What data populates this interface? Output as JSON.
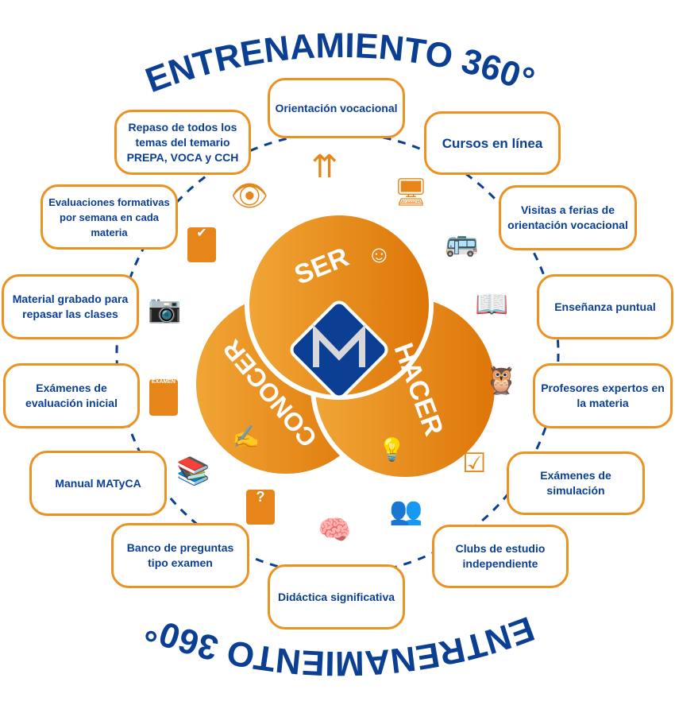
{
  "title_top": "ENTRENAMIENTO 360°",
  "title_bottom": "ENTRENAMIENTO 360°",
  "circles": {
    "ser": "SER",
    "conocer": "CONOCER",
    "hacer": "HACER"
  },
  "colors": {
    "blue": "#0b3f93",
    "orange_light": "#f0a636",
    "orange_dark": "#de7508"
  },
  "items": [
    "Orientación vocacional",
    "Cursos en línea",
    "Visitas a ferias de orientación vocacional",
    "Enseñanza puntual",
    "Profesores expertos en la materia",
    "Exámenes de simulación",
    "Clubs de estudio independiente",
    "Didáctica significativa",
    "Banco de preguntas tipo examen",
    "Manual MATyCA",
    "Exámenes de evaluación inicial",
    "Material grabado para repasar las clases",
    "Evaluaciones formativas por semana en cada materia",
    "Repaso de todos los temas del temario PREPA, VOCA y CCH"
  ],
  "icon_labels": {
    "exam_sheet": "EXAMEN",
    "question": "?"
  }
}
